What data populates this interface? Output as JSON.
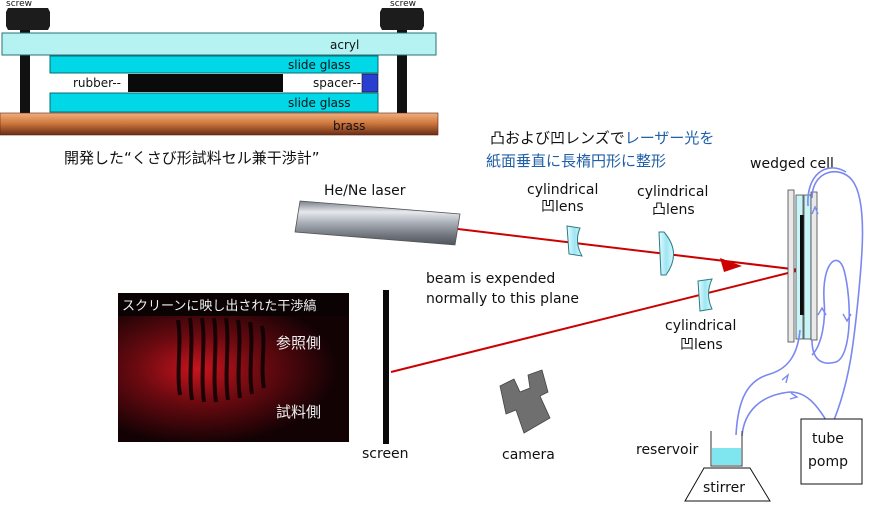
{
  "cell_cross_section": {
    "screw_left": "screw",
    "screw_right": "screw",
    "acryl": "acryl",
    "slide_glass_top": "slide glass",
    "rubber": "rubber--",
    "spacer": "spacer--",
    "slide_glass_bottom": "slide glass",
    "brass": "brass",
    "caption": "開発した“くさび形試料セル兼干渉計”"
  },
  "note": {
    "line1_black": "凸および凹レンズで",
    "line1_blue": "レーザー光を",
    "line2": "紙面垂直に長楕円形に整形"
  },
  "setup": {
    "laser": "He/Ne laser",
    "lens1": [
      "cylindrical",
      "凹lens"
    ],
    "lens2": [
      "cylindrical",
      "凸lens"
    ],
    "lens3": [
      "cylindrical",
      "凹lens"
    ],
    "wedged_cell": "wedged cell",
    "beam_note": [
      "beam is expended",
      "normally to this plane"
    ],
    "screen": "screen",
    "camera": "camera",
    "reservoir": "reservoir",
    "stirrer": "stirrer",
    "pump": [
      "tube",
      "pomp"
    ]
  },
  "photo": {
    "title": "スクリーンに映し出された干渉縞",
    "reference_side": "参照側",
    "sample_side": "試料側"
  },
  "colors": {
    "acryl": "#b5f3f3",
    "slide_glass": "#00d8e8",
    "rubber": "#0a0a0a",
    "spacer": "#2a3fd0",
    "brass_top": "#e8a070",
    "brass_bottom": "#7a3a20",
    "laser_beam": "#cc0000",
    "tubing": "#7a88f0",
    "note_blue": "#1f5fa8"
  }
}
